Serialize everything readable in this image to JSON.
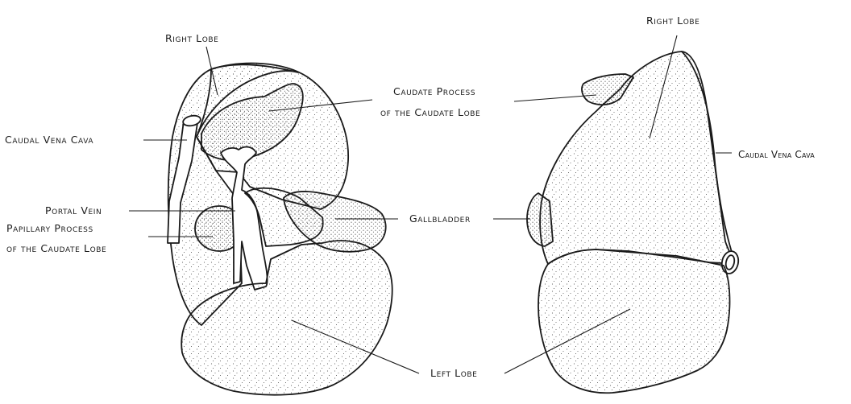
{
  "figure": {
    "left_view": {
      "labels": {
        "right_lobe": "Right Lobe",
        "caudal_vena_cava": "Caudal Vena Cava",
        "portal_vein": "Portal Vein",
        "papillary_process_line1": "Papillary Process",
        "papillary_process_line2": "of the Caudate Lobe",
        "caudate_process_line1": "Caudate Process",
        "caudate_process_line2": "of the Caudate Lobe",
        "gallbladder": "Gallbladder",
        "left_lobe": "Left Lobe"
      }
    },
    "right_view": {
      "labels": {
        "right_lobe": "Right Lobe",
        "caudal_vena_cava": "Caudal Vena Cava"
      }
    }
  },
  "colors": {
    "ink": "#1a1a1a",
    "paper": "#ffffff",
    "stipple": "#3a3a3a"
  }
}
